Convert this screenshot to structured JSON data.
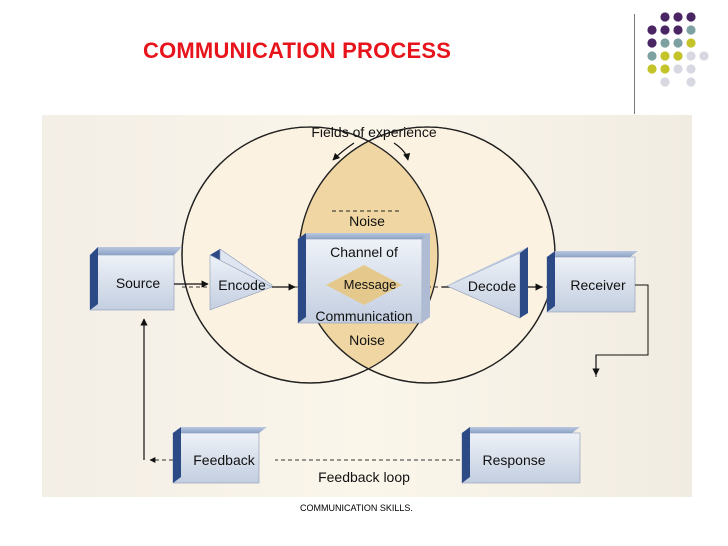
{
  "slide": {
    "title": "COMMUNICATION PROCESS",
    "footer": "COMMUNICATION SKILLS."
  },
  "colors": {
    "title": "#e8141c",
    "purple": "#4a2564",
    "teal": "#7da1a0",
    "olive": "#c4c42a",
    "light_gray": "#d8d8e2",
    "background_panel": "#fbf6ea",
    "circle_fill": "#f7ecd9",
    "overlap_fill": "#efd6a3",
    "box_face": "#d4dcea",
    "box_side": "#2c4a86"
  },
  "diagram": {
    "fields_label": "Fields of experience",
    "noise_top": "Noise",
    "noise_bottom": "Noise",
    "channel_top": "Channel of",
    "channel_message": "Message",
    "channel_bottom": "Communication",
    "source": "Source",
    "encode": "Encode",
    "decode": "Decode",
    "receiver": "Receiver",
    "feedback": "Feedback",
    "response": "Response",
    "feedback_loop": "Feedback loop"
  }
}
